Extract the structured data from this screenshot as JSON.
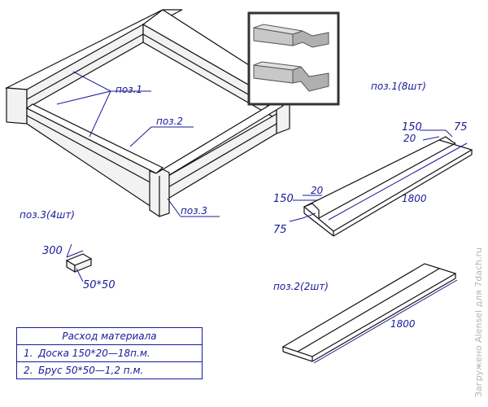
{
  "labels": {
    "pos1_assembly": "поз.1",
    "pos2_assembly": "поз.2",
    "pos3_assembly": "поз.3",
    "pos1_detail": "поз.1(8шт)",
    "pos2_detail": "поз.2(2шт)",
    "pos3_detail": "поз.3(4шт)"
  },
  "dimensions": {
    "pos1_top_width": "150",
    "pos1_top_notch": "75",
    "pos1_top_thickness": "20",
    "pos1_end_thickness": "20",
    "pos1_end_width": "150",
    "pos1_end_notch": "75",
    "pos1_length": "1800",
    "pos2_length": "1800",
    "pos3_length": "300",
    "pos3_section": "50*50"
  },
  "materials": {
    "title": "Расход материала",
    "items": [
      {
        "num": "1.",
        "text": "Доска 150*20—18п.м."
      },
      {
        "num": "2.",
        "text": "Брус 50*50—1,2 п.м."
      }
    ]
  },
  "watermark": "Загружено Alensel для 7dach.ru"
}
